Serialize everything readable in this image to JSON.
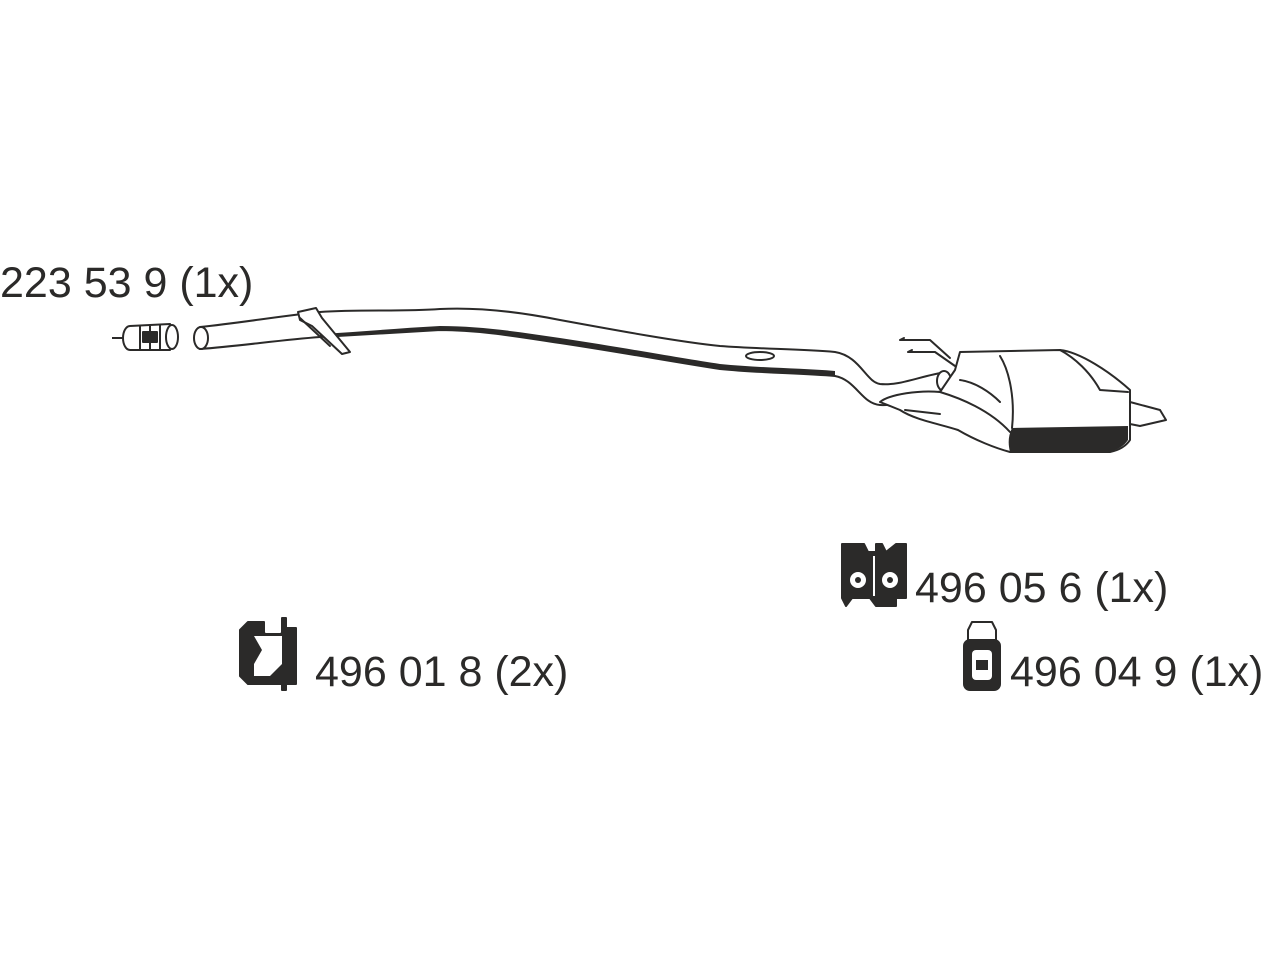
{
  "diagram": {
    "colors": {
      "line": "#2b2a29",
      "fill": "#ffffff",
      "dark": "#2b2a29"
    },
    "parts": [
      {
        "id": "clamp",
        "icon": "pipe-clamp-icon",
        "label": "223 53 9 (1x)"
      },
      {
        "id": "hanger1",
        "icon": "rubber-mount-icon",
        "label": "496 01 8 (2x)"
      },
      {
        "id": "hanger2",
        "icon": "twin-hanger-icon",
        "label": "496 05 6 (1x)"
      },
      {
        "id": "hanger3",
        "icon": "rubber-hanger-icon",
        "label": "496 04 9 (1x)"
      }
    ]
  }
}
